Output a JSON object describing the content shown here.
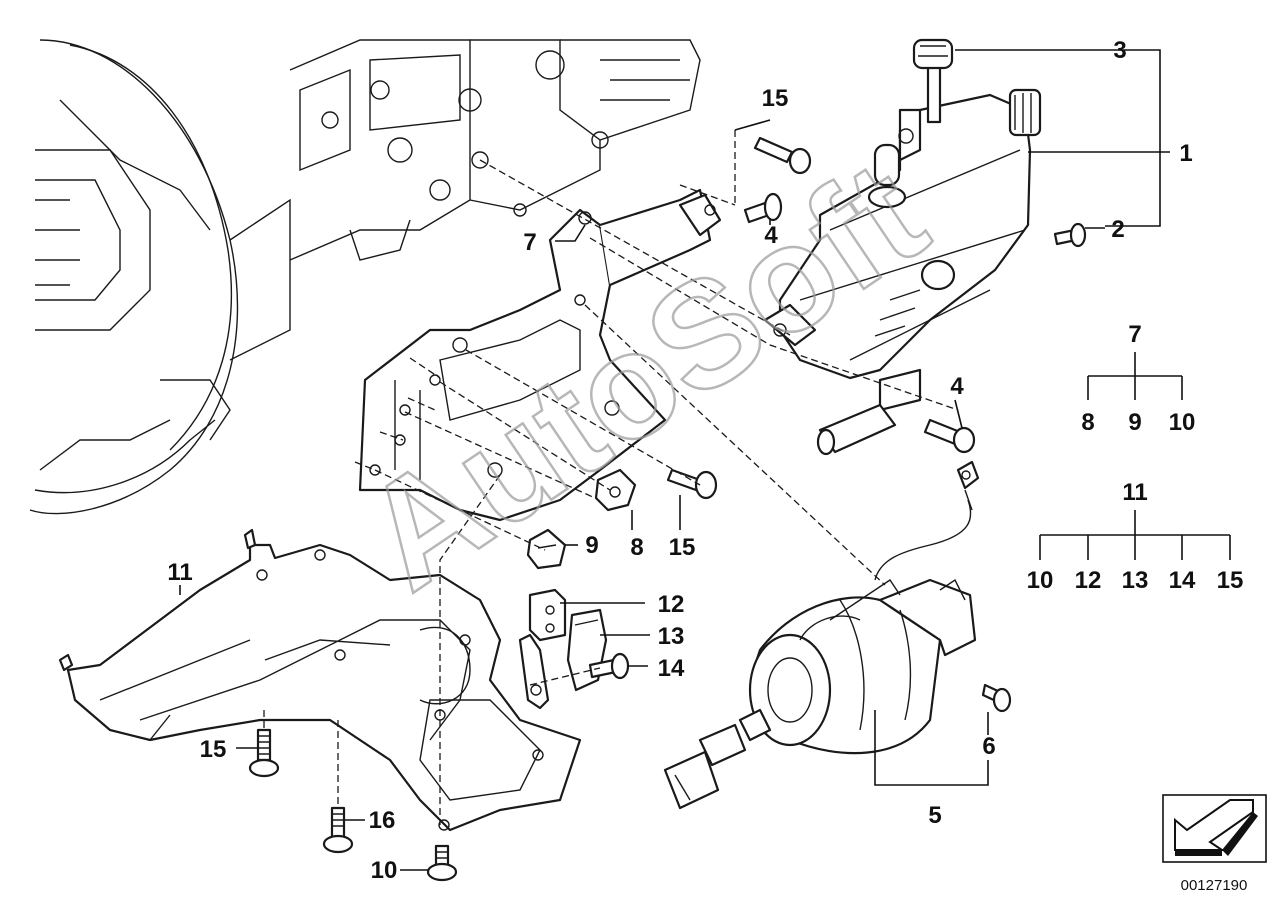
{
  "callouts": {
    "c1": "1",
    "c2": "2",
    "c3": "3",
    "c4a": "4",
    "c4b": "4",
    "c5": "5",
    "c6": "6",
    "c7a": "7",
    "c8a": "8",
    "c9a": "9",
    "c15a": "15",
    "c15b": "15",
    "c15c": "15",
    "c11a": "11",
    "c12": "12",
    "c13": "13",
    "c14": "14",
    "c16": "16",
    "c10a": "10"
  },
  "tree_7": {
    "parent": "7",
    "children": [
      "8",
      "9",
      "10"
    ]
  },
  "tree_11": {
    "parent": "11",
    "children": [
      "10",
      "12",
      "13",
      "14",
      "15"
    ]
  },
  "watermark": "AutoSoft",
  "diagram_number": "00127190",
  "nav_icon": "arrow-icon"
}
